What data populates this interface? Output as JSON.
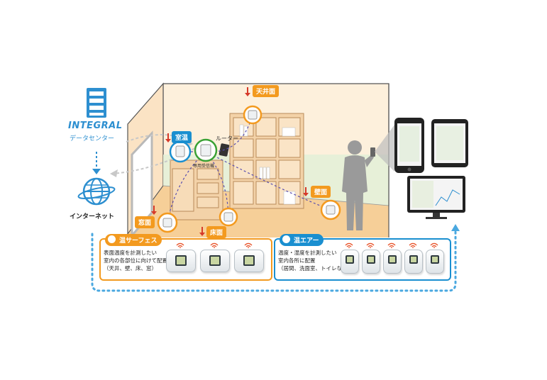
{
  "datacenter": {
    "brand": "INTEGRAL",
    "label": "データセンター",
    "icon": "server-icon"
  },
  "internet": {
    "label": "インターネット",
    "icon": "globe-icon"
  },
  "room": {
    "router_label": "ルーター",
    "receiver_label": "専用受信機",
    "tags": {
      "ceiling": "天井面",
      "room_temp": "室温",
      "wall": "壁面",
      "window": "窓面",
      "floor": "床面"
    }
  },
  "panels": {
    "surface": {
      "title": "温サーフェス",
      "desc": [
        "表面温度を計測したい",
        "室内の各部位に向けて配置",
        "（天井、壁、床、窓）"
      ],
      "device_count": 3,
      "color": "#f39a1f"
    },
    "air": {
      "title": "温エアー",
      "desc": [
        "温度・湿度を計測したい",
        "室内各所に配置",
        "（居間、洗面室、トイレなど）"
      ],
      "device_count": 5,
      "color": "#1a8fd0"
    }
  },
  "colors": {
    "wall": "#fbe7cf",
    "floor": "#f4c98e",
    "orange": "#f39a1f",
    "blue": "#1a8fd0",
    "green": "#3aa135",
    "dotted": "#4aa8e0"
  }
}
